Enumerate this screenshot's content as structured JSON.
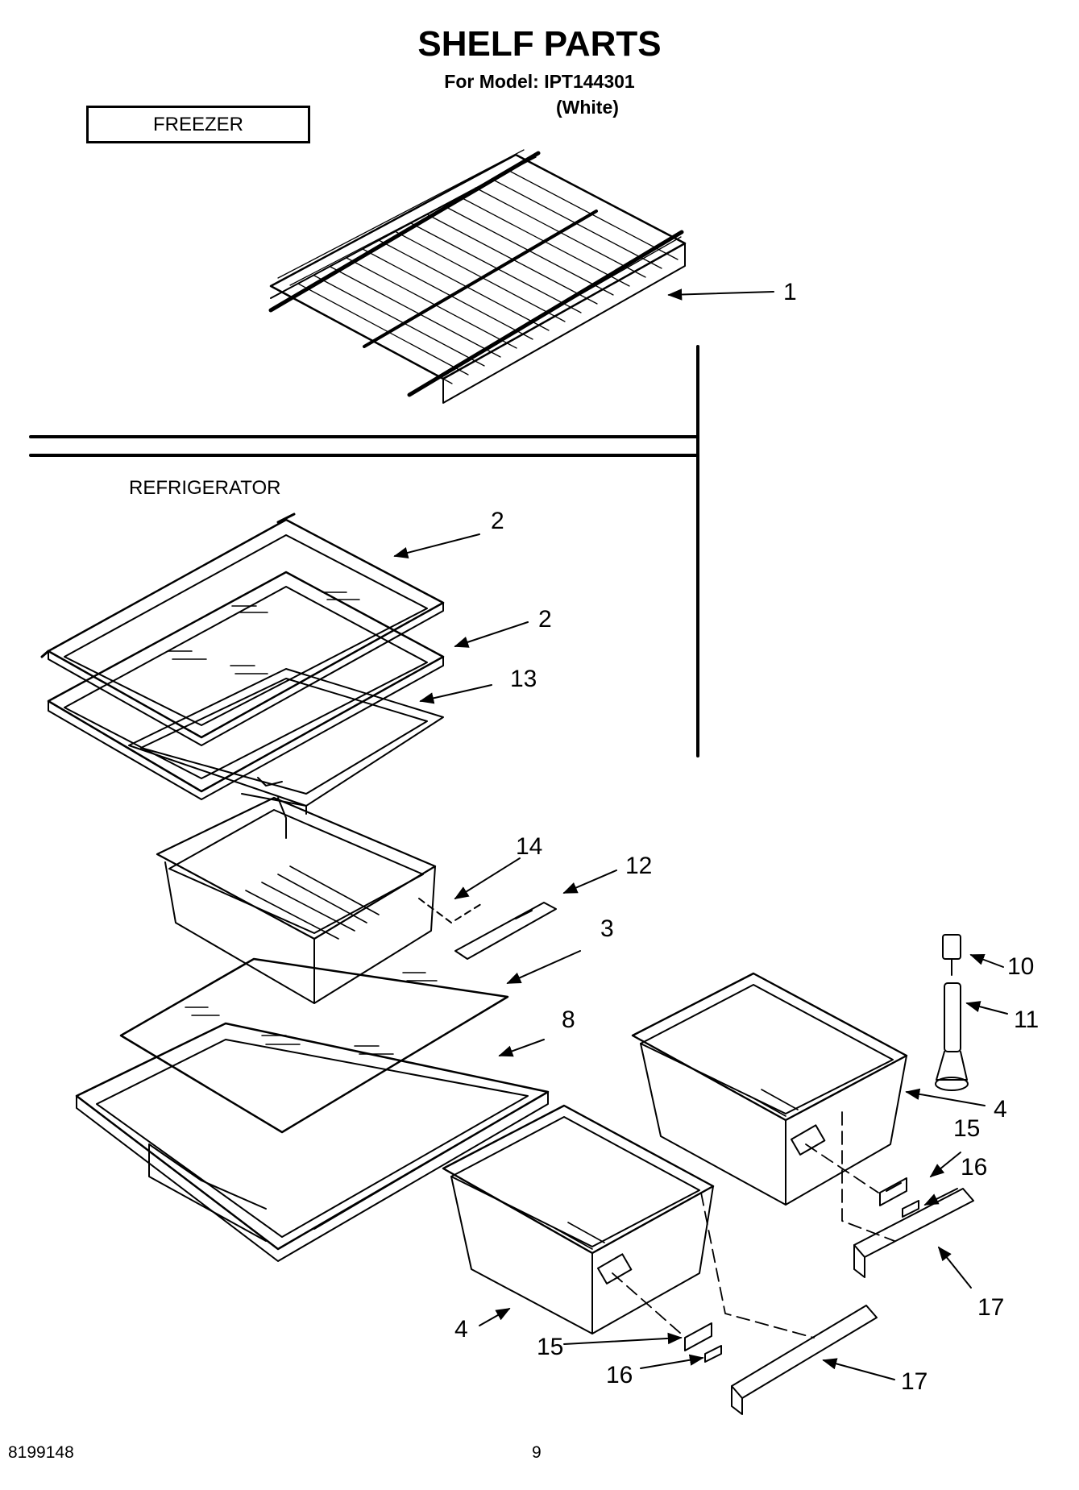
{
  "header": {
    "title": "SHELF PARTS",
    "model_line": "For Model: IPT144301",
    "color_line": "(White)"
  },
  "sections": {
    "freezer": "FREEZER",
    "refrigerator": "REFRIGERATOR"
  },
  "callouts": [
    {
      "id": "c1",
      "label": "1"
    },
    {
      "id": "c2a",
      "label": "2"
    },
    {
      "id": "c2b",
      "label": "2"
    },
    {
      "id": "c13",
      "label": "13"
    },
    {
      "id": "c14",
      "label": "14"
    },
    {
      "id": "c12",
      "label": "12"
    },
    {
      "id": "c3",
      "label": "3"
    },
    {
      "id": "c8",
      "label": "8"
    },
    {
      "id": "c10",
      "label": "10"
    },
    {
      "id": "c11",
      "label": "11"
    },
    {
      "id": "c4a",
      "label": "4"
    },
    {
      "id": "c15a",
      "label": "15"
    },
    {
      "id": "c16a",
      "label": "16"
    },
    {
      "id": "c17a",
      "label": "17"
    },
    {
      "id": "c4b",
      "label": "4"
    },
    {
      "id": "c15b",
      "label": "15"
    },
    {
      "id": "c16b",
      "label": "16"
    },
    {
      "id": "c17b",
      "label": "17"
    }
  ],
  "footer": {
    "doc_number": "8199148",
    "page_number": "9"
  }
}
